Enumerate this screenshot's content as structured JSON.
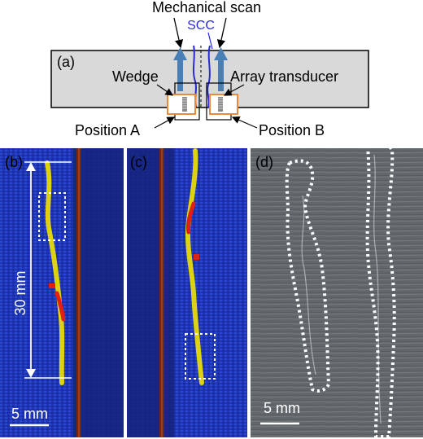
{
  "panel_a": {
    "label": "(a)",
    "mechanical_scan": "Mechanical scan",
    "scc": "SCC",
    "wedge": "Wedge",
    "array_transducer": "Array transducer",
    "position_a": "Position A",
    "position_b": "Position B"
  },
  "panel_b": {
    "label": "(b)",
    "dimension": "30 mm",
    "scale_bar": "5 mm"
  },
  "panel_c": {
    "label": "(c)"
  },
  "panel_d": {
    "label": "(d)",
    "scale_bar": "5 mm"
  },
  "colors": {
    "specimen": "#d9d9d9",
    "arrow": "#4a7fb5",
    "scc": "#2b2bd6",
    "wedge": "#e88a3a",
    "scan_bg": "#1f2fa8",
    "indication": "#f2e300",
    "indication_hot": "#e02010",
    "dotted_box": "#ffffff"
  }
}
